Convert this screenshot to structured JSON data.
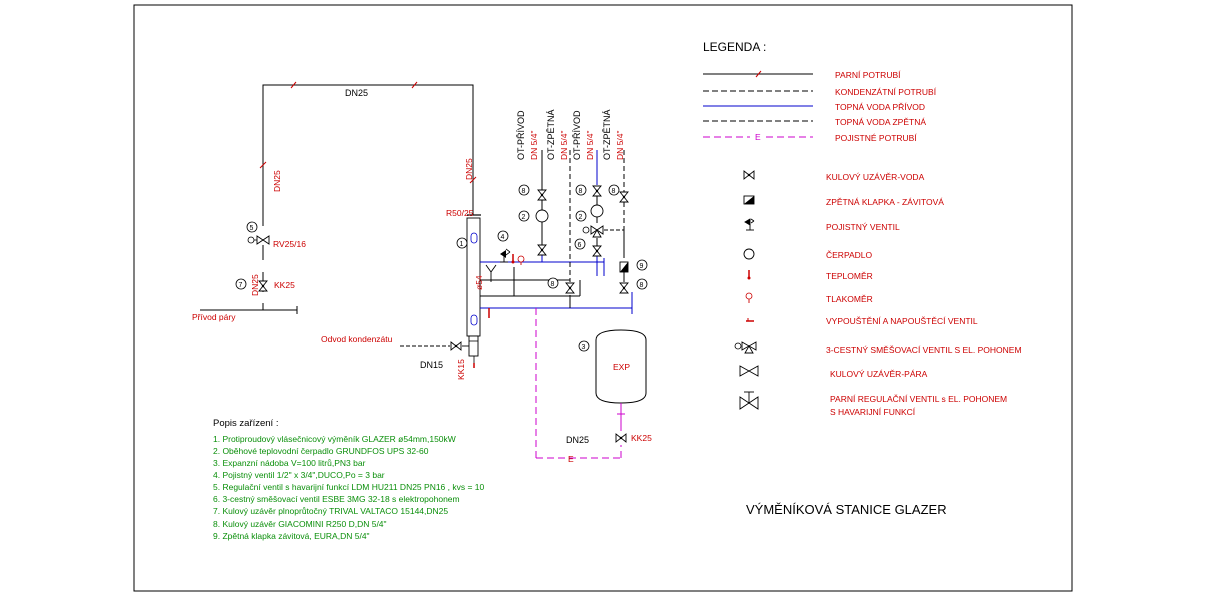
{
  "legend": {
    "title": "LEGENDA :",
    "lines": [
      {
        "label": "PARNÍ POTRUBÍ",
        "color": "#000000"
      },
      {
        "label": "KONDENZÁTNÍ POTRUBÍ",
        "color": "#000000"
      },
      {
        "label": "TOPNÁ VODA PŘÍVOD",
        "color": "#0000cc"
      },
      {
        "label": "TOPNÁ VODA ZPĚTNÁ",
        "color": "#000000"
      },
      {
        "label": "POJISTNÉ POTRUBÍ",
        "color": "#cc00cc",
        "mark": "E"
      }
    ],
    "symbols": [
      {
        "label": "KULOVÝ UZÁVĚR-VODA",
        "icon": "ball-valve-water-icon"
      },
      {
        "label": "ZPĚTNÁ KLAPKA - ZÁVITOVÁ",
        "icon": "check-valve-icon"
      },
      {
        "label": "POJISTNÝ VENTIL",
        "icon": "safety-valve-icon"
      },
      {
        "label": "ČERPADLO",
        "icon": "pump-icon"
      },
      {
        "label": "TEPLOMĚR",
        "icon": "thermometer-icon"
      },
      {
        "label": "TLAKOMĚR",
        "icon": "manometer-icon"
      },
      {
        "label": "VYPOUŠTĚNÍ A NAPOUŠTĚCÍ VENTIL",
        "icon": "drain-valve-icon"
      },
      {
        "label": "3-CESTNÝ SMĚŠOVACÍ VENTIL S EL. POHONEM",
        "icon": "three-way-valve-icon"
      },
      {
        "label": "KULOVÝ UZÁVĚR-PÁRA",
        "icon": "ball-valve-steam-icon"
      },
      {
        "label": "PARNÍ REGULAČNÍ VENTIL s EL. POHONEM",
        "label2": "S HAVARIJNÍ FUNKCÍ",
        "icon": "control-valve-icon"
      }
    ]
  },
  "diagram": {
    "dn25_top": "DN25",
    "dn25_left": "DN25",
    "dn25_right": "DN25",
    "dn25_left2": "DN25",
    "dn25_bottom": "DN25",
    "r50": "R50/25",
    "valve_rv": "RV25/16",
    "valve_kk25_left": "KK25",
    "valve_kk25_exp": "KK25",
    "valve_kk15": "KK15",
    "dn15": "DN15",
    "diameter": "ø54",
    "steam_inlet": "Přívod páry",
    "condensate_out": "Odvod kondenzátu",
    "exp_tank": "EXP",
    "safety_mark": "E",
    "branch_labels": [
      "OT-PŘÍVOD",
      "OT-ZPĚTNÁ",
      "OT-PŘÍVOD",
      "OT-ZPĚTNÁ"
    ],
    "branch_dn": "DN 5/4\"",
    "callouts": [
      "1",
      "2",
      "3",
      "4",
      "5",
      "6",
      "7",
      "8",
      "9"
    ]
  },
  "description": {
    "title": "Popis zařízení :",
    "items": [
      "1. Protiproudový vlásečnicový výměník GLAZER ø54mm,150kW",
      "2. Oběhové teplovodní čerpadlo GRUNDFOS UPS 32-60",
      "3. Expanzní nádoba V=100 litrů,PN3 bar",
      "4. Pojistný ventil 1/2\" x 3/4\",DUCO,Po = 3 bar",
      "5. Regulační ventil s havarijní funkcí LDM HU211 DN25 PN16 , kvs = 10",
      "6. 3-cestný směšovací ventil ESBE 3MG 32-18 s elektropohonem",
      "7. Kulový uzávěr plnoprůtočný TRIVAL VALTACO 15144,DN25",
      "8. Kulový uzávěr GIACOMINI R250 D,DN 5/4\"",
      "9. Zpětná klapka závitová, EURA,DN 5/4\""
    ]
  },
  "drawing_title": "VÝMĚNÍKOVÁ STANICE GLAZER"
}
